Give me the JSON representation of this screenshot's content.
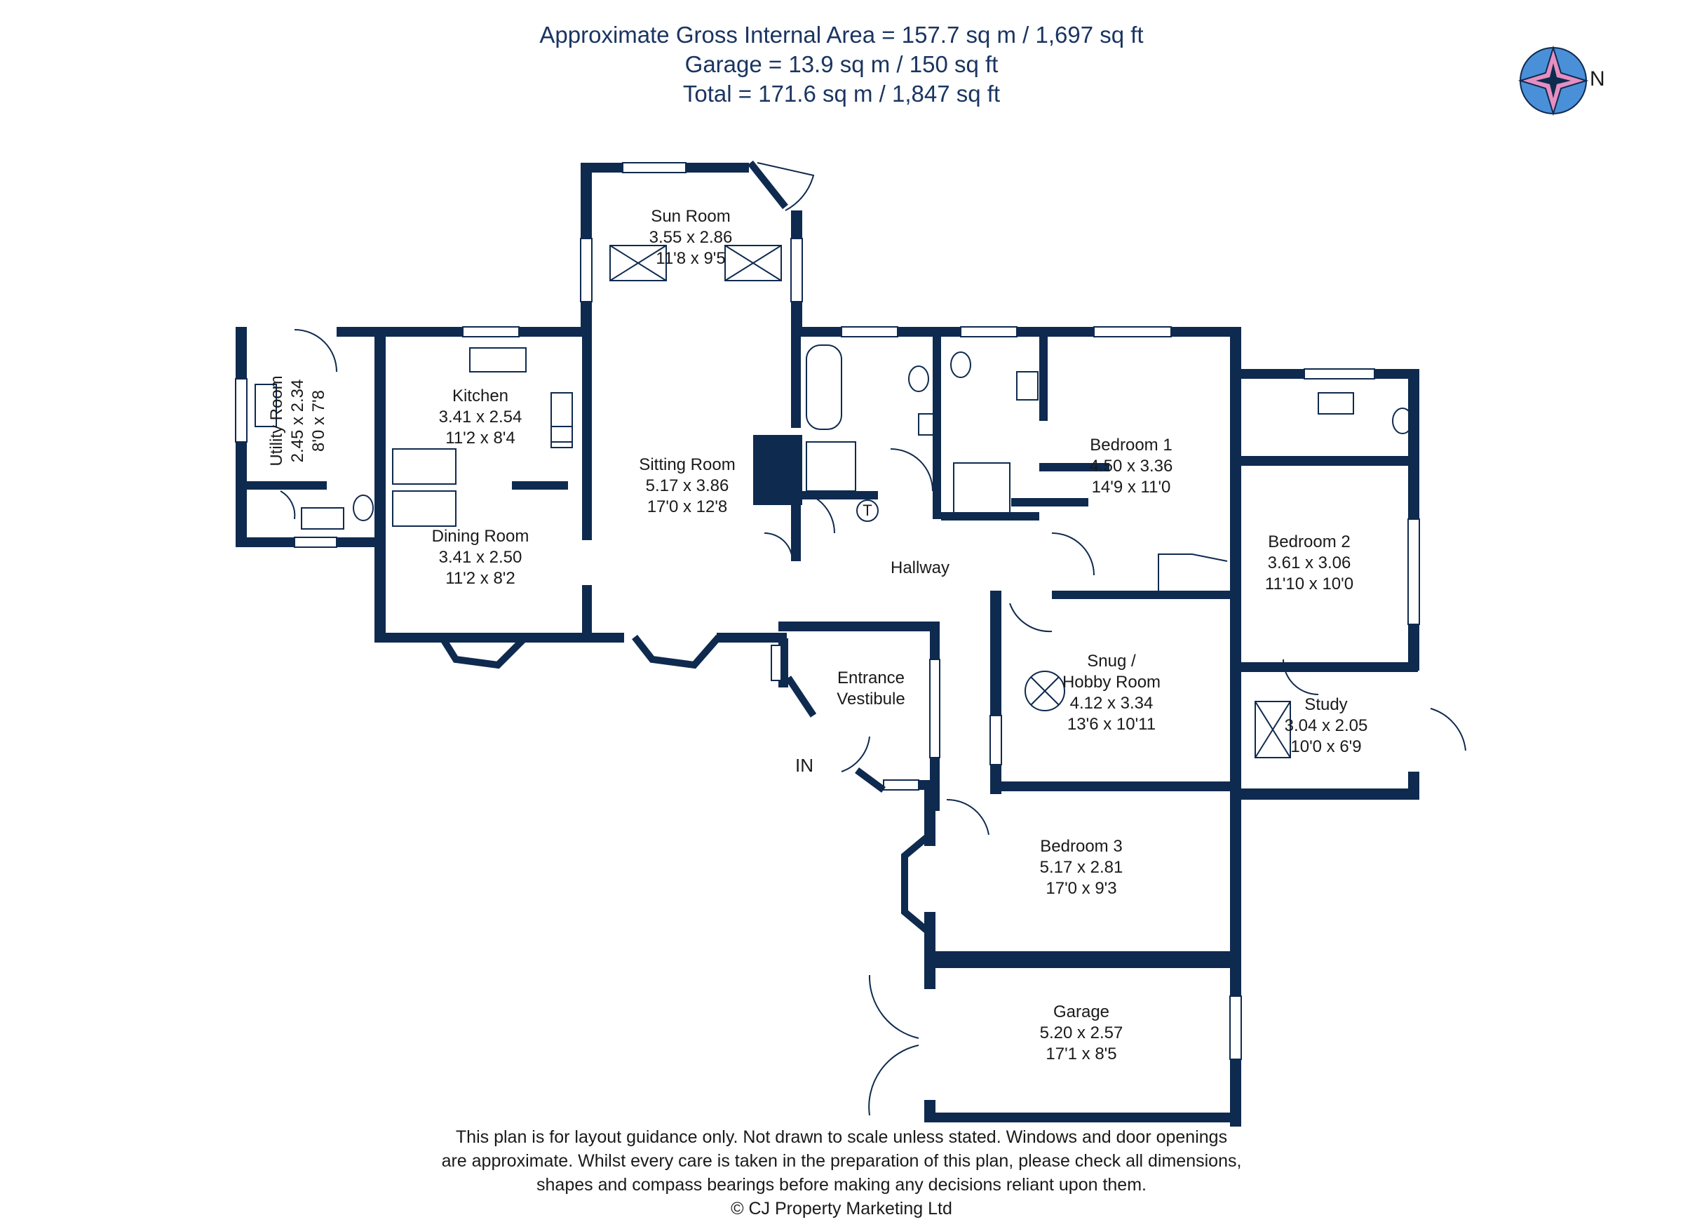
{
  "header": {
    "gia": "Approximate Gross Internal Area = 157.7 sq m / 1,697 sq ft",
    "garage": "Garage = 13.9 sq m / 150 sq ft",
    "total": "Total = 171.6 sq m / 1,847 sq ft"
  },
  "compass": {
    "label": "N"
  },
  "entrance_label": "IN",
  "rooms": {
    "sun_room": {
      "name": "Sun Room",
      "metric": "3.55 x 2.86",
      "imperial": "11'8 x 9'5"
    },
    "utility": {
      "name": "Utility Room",
      "metric": "2.45 x 2.34",
      "imperial": "8'0 x 7'8"
    },
    "kitchen": {
      "name": "Kitchen",
      "metric": "3.41 x 2.54",
      "imperial": "11'2 x 8'4"
    },
    "sitting": {
      "name": "Sitting Room",
      "metric": "5.17 x 3.86",
      "imperial": "17'0 x 12'8"
    },
    "dining": {
      "name": "Dining Room",
      "metric": "3.41 x 2.50",
      "imperial": "11'2 x 8'2"
    },
    "hallway": {
      "name": "Hallway"
    },
    "bedroom1": {
      "name": "Bedroom 1",
      "metric": "4.50 x 3.36",
      "imperial": "14'9 x 11'0"
    },
    "bedroom2": {
      "name": "Bedroom 2",
      "metric": "3.61 x 3.06",
      "imperial": "11'10 x 10'0"
    },
    "vestibule": {
      "name1": "Entrance",
      "name2": "Vestibule"
    },
    "snug": {
      "name1": "Snug /",
      "name2": "Hobby Room",
      "metric": "4.12 x 3.34",
      "imperial": "13'6 x 10'11"
    },
    "study": {
      "name": "Study",
      "metric": "3.04 x 2.05",
      "imperial": "10'0 x 6'9"
    },
    "bedroom3": {
      "name": "Bedroom 3",
      "metric": "5.17 x 2.81",
      "imperial": "17'0 x 9'3"
    },
    "garage": {
      "name": "Garage",
      "metric": "5.20 x 2.57",
      "imperial": "17'1 x 8'5"
    }
  },
  "fixtures": {
    "tank_label": "T"
  },
  "disclaimer": {
    "line1": "This plan is for layout guidance only. Not drawn to scale unless stated. Windows and door openings",
    "line2": "are approximate. Whilst every care is taken in the preparation of this plan, please check all dimensions,",
    "line3": "shapes and compass bearings before making any decisions reliant upon them.",
    "line4": "© CJ Property Marketing Ltd"
  },
  "colors": {
    "wall": "#0f2a4f",
    "compass_blue": "#4a90d9",
    "compass_pink": "#e58fc0"
  }
}
